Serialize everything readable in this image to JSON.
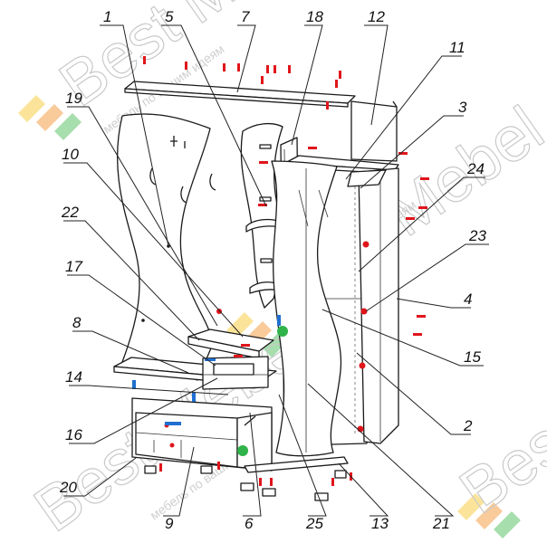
{
  "diagram": {
    "part_labels": [
      "1",
      "5",
      "7",
      "18",
      "12",
      "11",
      "19",
      "3",
      "10",
      "24",
      "22",
      "23",
      "17",
      "4",
      "8",
      "15",
      "14",
      "2",
      "16",
      "20",
      "9",
      "6",
      "25",
      "13",
      "21"
    ]
  },
  "watermark": {
    "brand": "Best Mebel",
    "slogan": "мебель по вашим идеям"
  },
  "colors": {
    "ink": "#1a1a1a",
    "dowel_red": "#e0151b",
    "accent_blue": "#1f6fd1",
    "accent_green": "#2fb34a",
    "watermark_gray": "#c9c9c9",
    "logo_yellow": "#f6c320",
    "logo_orange": "#f28a1f",
    "logo_green": "#39b54a"
  }
}
